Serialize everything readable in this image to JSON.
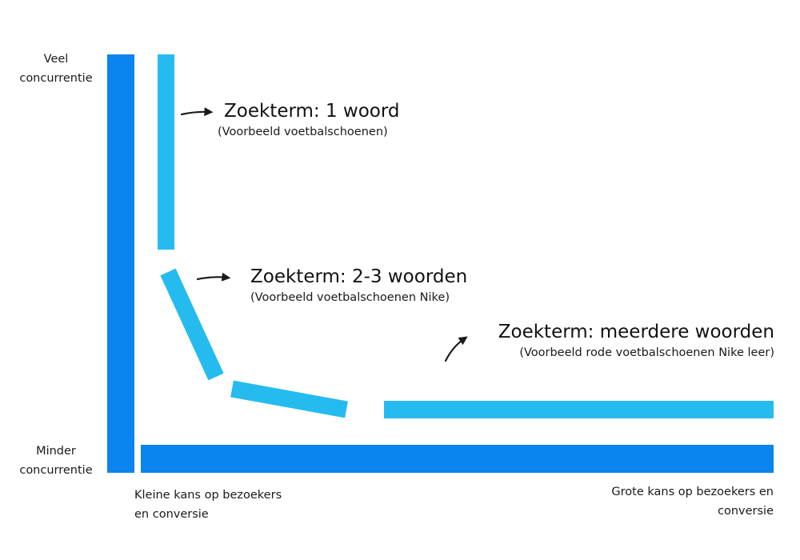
{
  "colors": {
    "axis": "#0A84EE",
    "curve": "#25BBEE",
    "arrow": "#1a1a1a"
  },
  "y_axis": {
    "top_label": [
      "Veel",
      "concurrentie"
    ],
    "bottom_label": [
      "Minder",
      "concurrentie"
    ]
  },
  "x_axis": {
    "left_label": [
      "Kleine kans op bezoekers",
      "en conversie"
    ],
    "right_label": [
      "Grote kans op bezoekers en",
      "conversie"
    ]
  },
  "callouts": [
    {
      "title": "Zoekterm: 1 woord",
      "subtitle": "(Voorbeeld voetbalschoenen)"
    },
    {
      "title": "Zoekterm: 2-3 woorden",
      "subtitle": "(Voorbeeld voetbalschoenen Nike)"
    },
    {
      "title": "Zoekterm: meerdere woorden",
      "subtitle": "(Voorbeeld rode voetbalschoenen Nike leer)"
    }
  ]
}
